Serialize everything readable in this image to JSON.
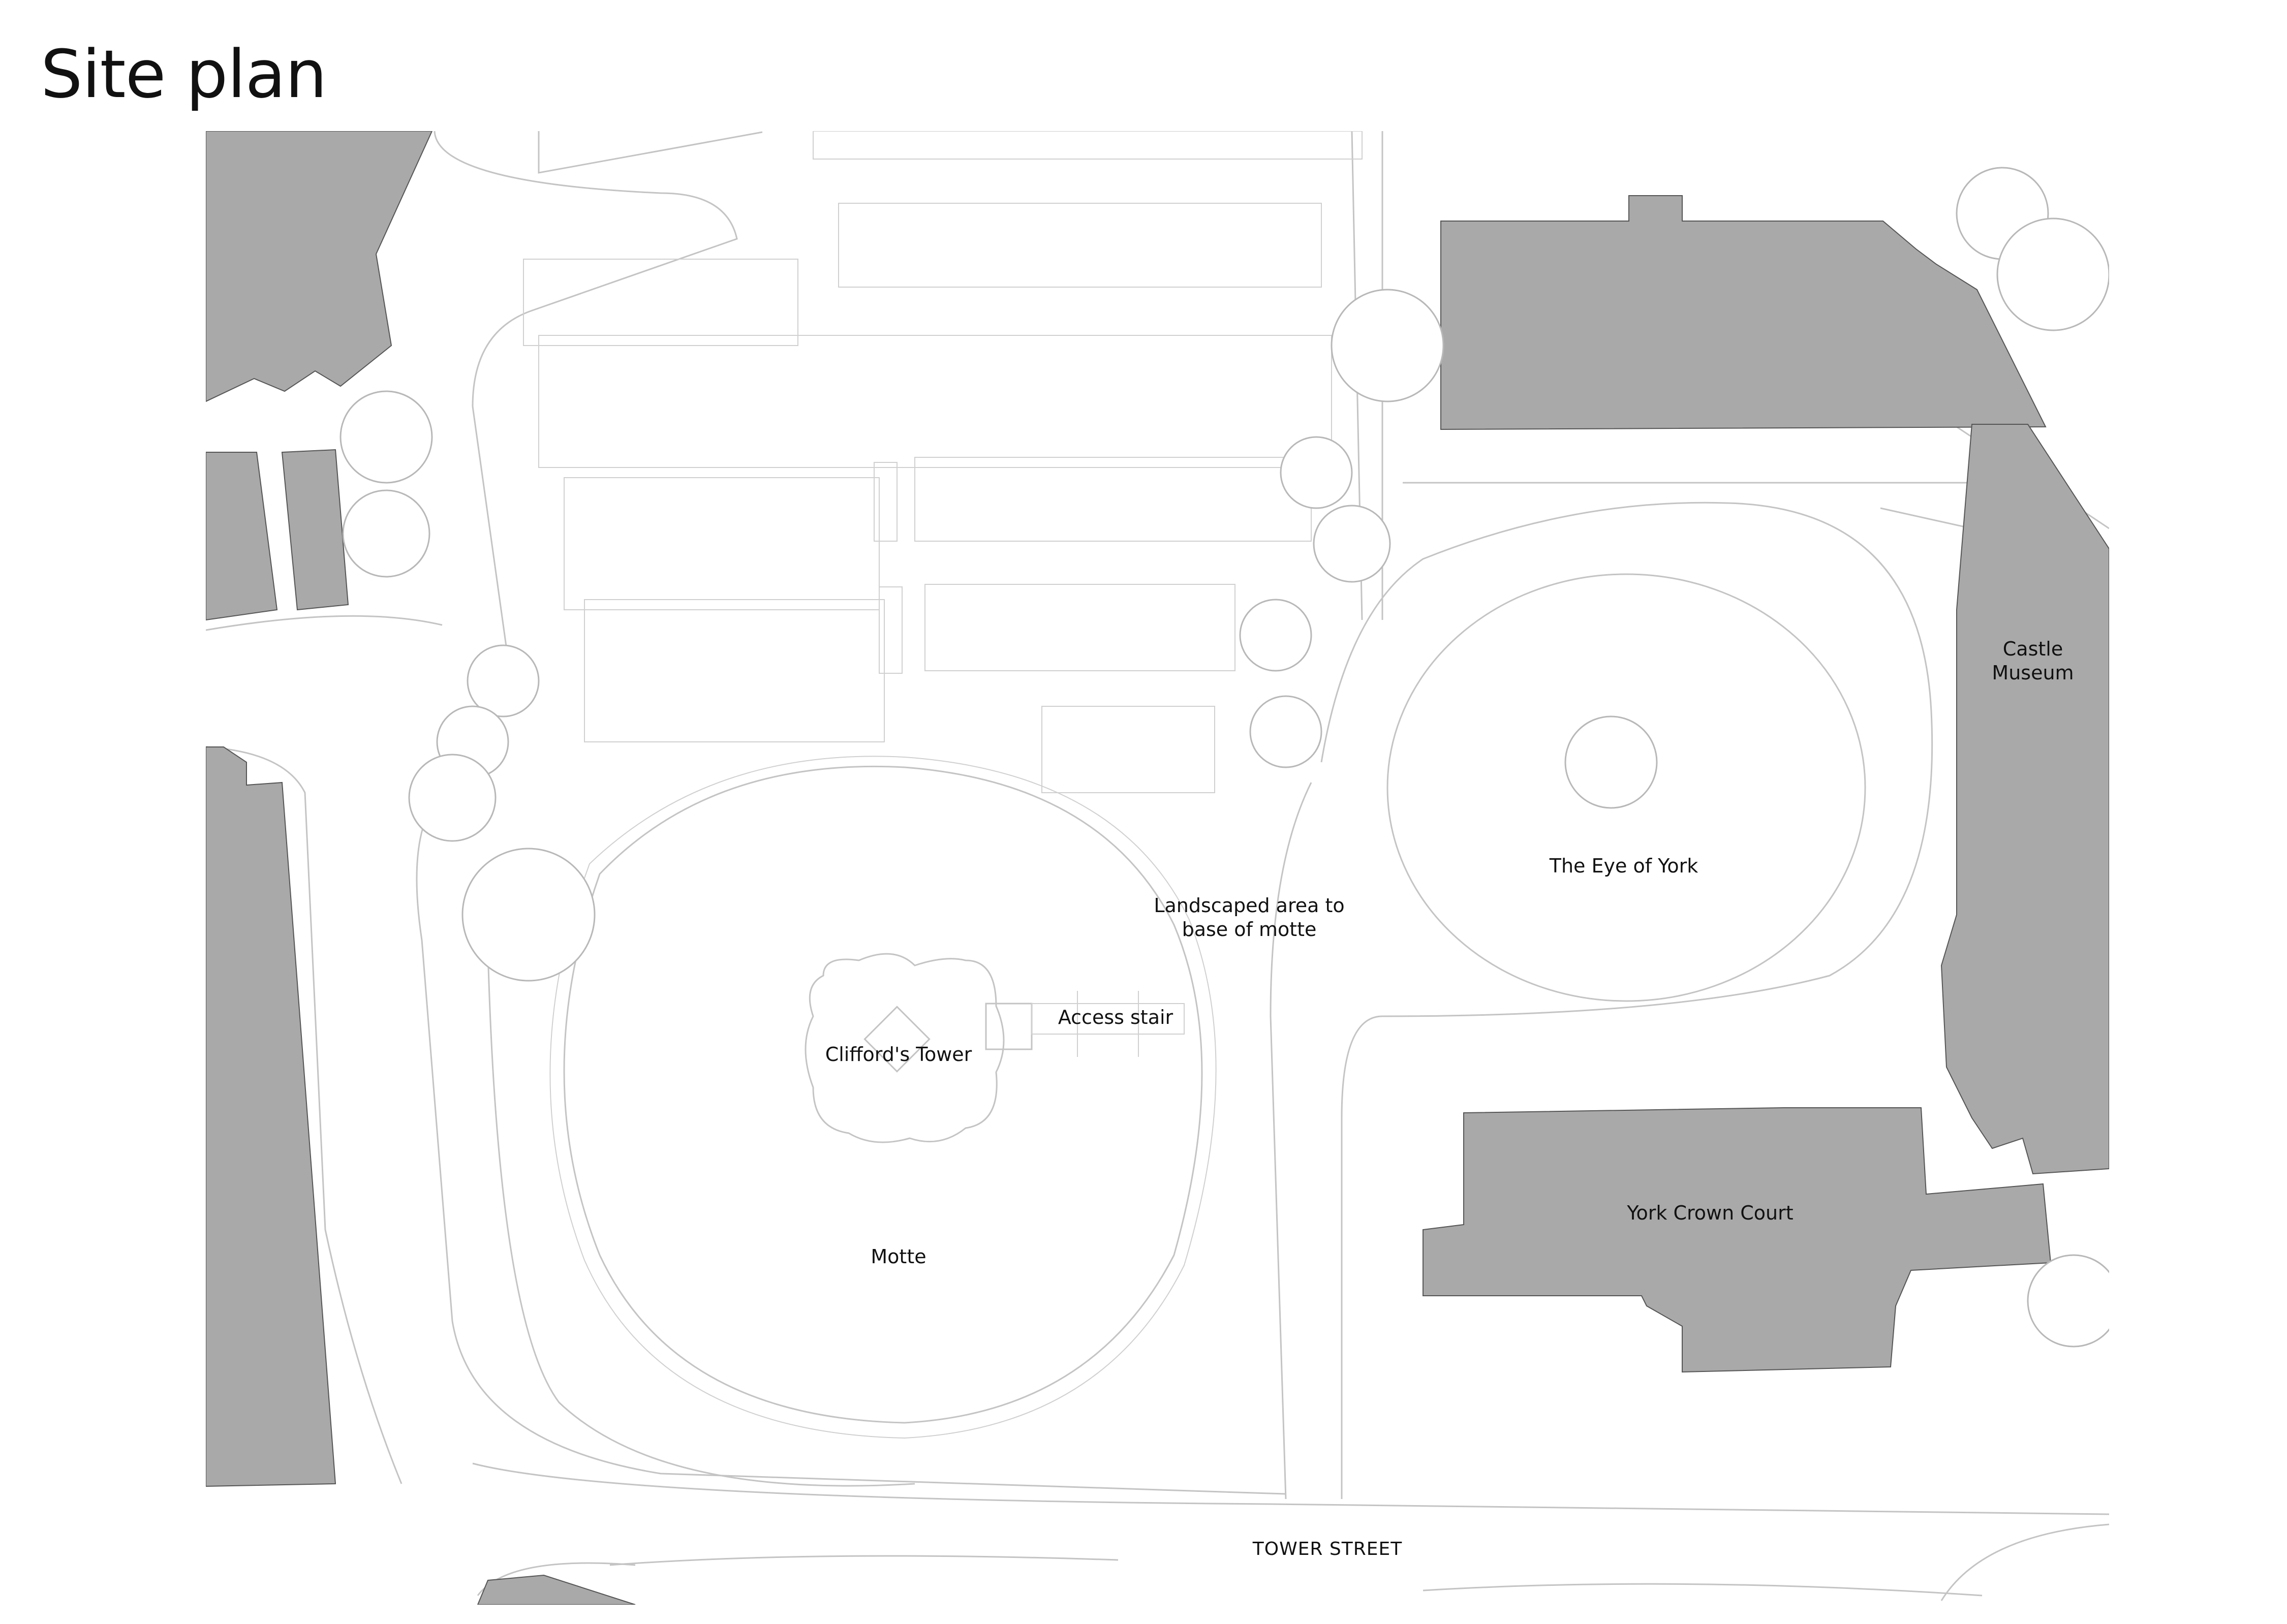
{
  "title": "Site plan",
  "labels": {
    "castle_museum_line1": "Castle",
    "castle_museum_line2": "Museum",
    "eye_of_york": "The Eye of York",
    "landscaped_line1": "Landscaped area to",
    "landscaped_line2": "base of motte",
    "access_stair": "Access stair",
    "cliffords_tower": "Clifford's Tower",
    "motte": "Motte",
    "york_crown_court": "York Crown Court",
    "tower_street": "TOWER STREET"
  },
  "colors": {
    "building_fill": "#a9a9a9",
    "linework": "#c4c4c4",
    "background": "#ffffff"
  }
}
